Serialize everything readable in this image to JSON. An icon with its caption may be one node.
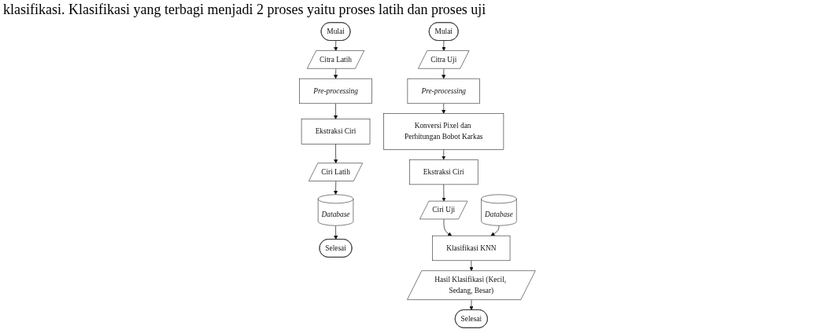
{
  "diagram": {
    "nodes": [
      {
        "text": [
          "Mulai"
        ]
      },
      {
        "text": [
          "Citra Latih"
        ]
      },
      {
        "text": [
          "Pre-processing"
        ]
      },
      {
        "text": [
          "Ekstraksi Ciri"
        ]
      },
      {
        "text": [
          "Ciri Latih"
        ]
      },
      {
        "text": [
          "Database"
        ]
      },
      {
        "text": [
          "Selesai"
        ]
      },
      {
        "text": [
          "Mulai"
        ]
      },
      {
        "text": [
          "Citra Uji"
        ]
      },
      {
        "text": [
          "Pre-processing"
        ]
      },
      {
        "text": [
          "Konversi Pixel dan Perhitungan Bobot Karkas"
        ]
      },
      {
        "text": [
          "Ekstraksi Ciri"
        ]
      },
      {
        "text": [
          "Ciri Uji"
        ]
      },
      {
        "text": [
          "Database"
        ]
      },
      {
        "text": [
          "Klasifikasi KNN"
        ]
      },
      {
        "text": [
          "Hasil Klasifikasi (Kecil, Sedang, Besar)"
        ]
      },
      {
        "text": [
          "Selesai"
        ]
      }
    ],
    "edges": [
      {
        "from": 0,
        "to": 1,
        "arrow": "to"
      },
      {
        "from": 1,
        "to": 2,
        "arrow": "to"
      },
      {
        "from": 2,
        "to": 3,
        "arrow": "to"
      },
      {
        "from": 3,
        "to": 4,
        "arrow": "to"
      },
      {
        "from": 4,
        "to": 5,
        "arrow": "to"
      },
      {
        "from": 5,
        "to": 6,
        "arrow": "to"
      },
      {
        "from": 7,
        "to": 8,
        "arrow": "to"
      },
      {
        "from": 8,
        "to": 9,
        "arrow": "to"
      },
      {
        "from": 9,
        "to": 10,
        "arrow": "to"
      },
      {
        "from": 10,
        "to": 11,
        "arrow": "to"
      },
      {
        "from": 11,
        "to": 12,
        "arrow": "to"
      },
      {
        "from": 12,
        "to": 14,
        "arrow": "to"
      },
      {
        "from": 13,
        "to": 14,
        "arrow": "to"
      },
      {
        "from": 14,
        "to": 15,
        "arrow": "to"
      },
      {
        "from": 15,
        "to": 16,
        "arrow": "to"
      }
    ],
    "labels": [
      "klasifikasi. Klasifikasi yang terbagi menjadi 2 proses yaitu proses latih dan proses uji"
    ]
  }
}
